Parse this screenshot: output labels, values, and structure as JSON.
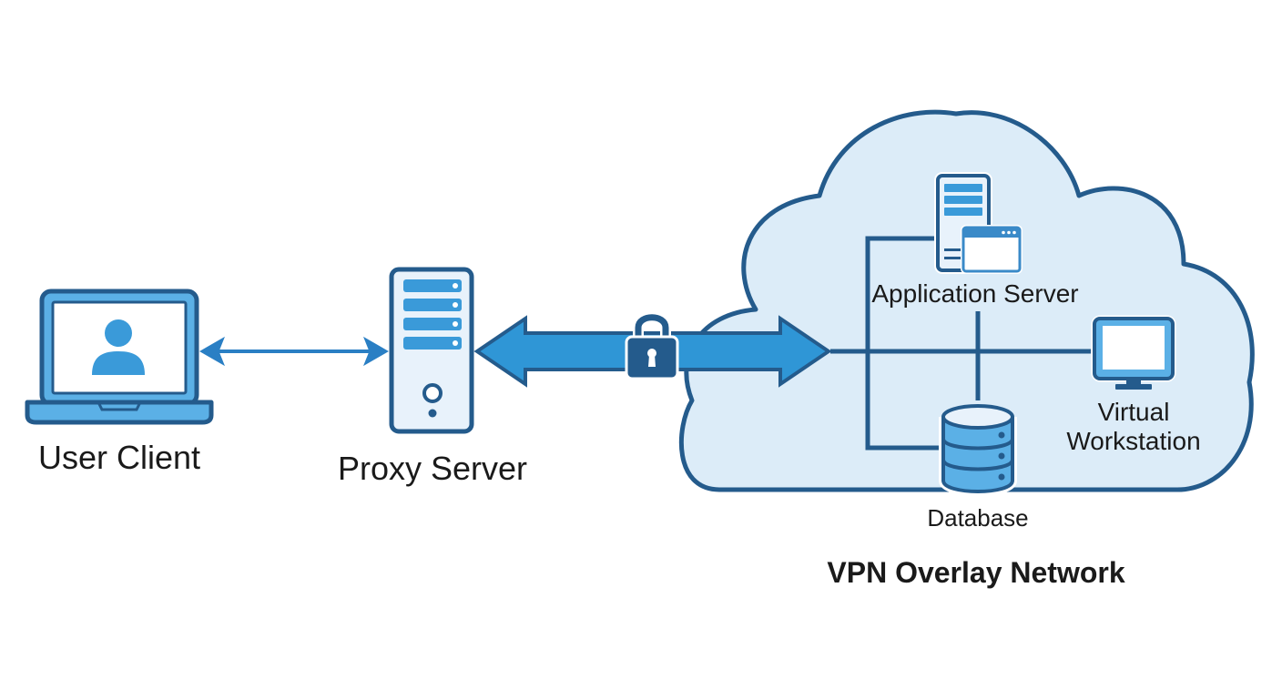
{
  "diagram": {
    "title": "VPN Overlay Network",
    "nodes": {
      "user_client": {
        "label": "User Client",
        "icon": "laptop-user-icon"
      },
      "proxy_server": {
        "label": "Proxy Server",
        "icon": "server-tower-icon"
      },
      "application_server": {
        "label": "Application Server",
        "icon": "app-server-icon"
      },
      "virtual_workstation": {
        "label_line1": "Virtual",
        "label_line2": "Workstation",
        "icon": "monitor-icon"
      },
      "database": {
        "label": "Database",
        "icon": "database-icon"
      }
    },
    "connections": [
      {
        "from": "User Client",
        "to": "Proxy Server",
        "type": "bidirectional"
      },
      {
        "from": "Proxy Server",
        "to": "VPN Overlay Network",
        "type": "bidirectional-encrypted",
        "icon": "lock-icon"
      }
    ],
    "colors": {
      "dark_blue": "#245b8c",
      "mid_blue": "#3a9ad9",
      "arrow_blue": "#2a7fc4",
      "cloud_fill": "#dcecf8",
      "pale_blue": "#e8f2fb",
      "text": "#1a1a1a"
    }
  }
}
